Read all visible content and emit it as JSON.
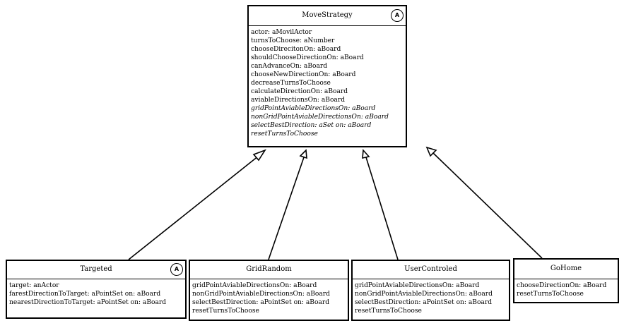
{
  "classes": {
    "move_strategy": {
      "name": "MoveStrategy",
      "abstract_badge": "A",
      "members": [
        {
          "text": "actor: aMovilActor",
          "italic": false
        },
        {
          "text": "turnsToChoose: aNumber",
          "italic": false
        },
        {
          "text": "chooseDirecitonOn: aBoard",
          "italic": false
        },
        {
          "text": "shouldChooseDirectionOn: aBoard",
          "italic": false
        },
        {
          "text": "canAdvanceOn: aBoard",
          "italic": false
        },
        {
          "text": "chooseNewDirectionOn: aBoard",
          "italic": false
        },
        {
          "text": "decreaseTurnsToChoose",
          "italic": false
        },
        {
          "text": "calculateDirectionOn: aBoard",
          "italic": false
        },
        {
          "text": "aviableDirectionsOn: aBoard",
          "italic": false
        },
        {
          "text": "gridPointAviableDirectionsOn: aBoard",
          "italic": true
        },
        {
          "text": "nonGridPointAviableDirectionsOn: aBoard",
          "italic": true
        },
        {
          "text": "selectBestDirection: aSet on: aBoard",
          "italic": true
        },
        {
          "text": "resetTurnsToChoose",
          "italic": true
        }
      ]
    },
    "targeted": {
      "name": "Targeted",
      "abstract_badge": "A",
      "members": [
        {
          "text": "target: anActor",
          "italic": false
        },
        {
          "text": "farestDirectionToTarget: aPointSet on: aBoard",
          "italic": false
        },
        {
          "text": "nearestDirectionToTarget: aPointSet on: aBoard",
          "italic": false
        }
      ]
    },
    "grid_random": {
      "name": "GridRandom",
      "members": [
        {
          "text": "gridPointAviableDirectionsOn: aBoard",
          "italic": false
        },
        {
          "text": "nonGridPointAviableDirectionsOn: aBoard",
          "italic": false
        },
        {
          "text": "selectBestDirection: aPointSet on: aBoard",
          "italic": false
        },
        {
          "text": "resetTurnsToChoose",
          "italic": false
        }
      ]
    },
    "user_controled": {
      "name": "UserControled",
      "members": [
        {
          "text": "gridPointAviableDirectionsOn: aBoard",
          "italic": false
        },
        {
          "text": "nonGridPointAviableDirectionsOn: aBoard",
          "italic": false
        },
        {
          "text": "selectBestDirection: aPointSet on: aBoard",
          "italic": false
        },
        {
          "text": "resetTurnsToChoose",
          "italic": false
        }
      ]
    },
    "go_home": {
      "name": "GoHome",
      "members": [
        {
          "text": "chooseDirectionOn: aBoard",
          "italic": false
        },
        {
          "text": "resetTurnsToChoose",
          "italic": false
        }
      ]
    }
  },
  "relations": [
    {
      "type": "generalization",
      "from": "Targeted",
      "to": "MoveStrategy"
    },
    {
      "type": "generalization",
      "from": "GridRandom",
      "to": "MoveStrategy"
    },
    {
      "type": "generalization",
      "from": "UserControled",
      "to": "MoveStrategy"
    },
    {
      "type": "generalization",
      "from": "GoHome",
      "to": "MoveStrategy"
    }
  ],
  "colors": {
    "line": "#000000",
    "box_fill": "#ffffff",
    "background": "#ffffff"
  }
}
